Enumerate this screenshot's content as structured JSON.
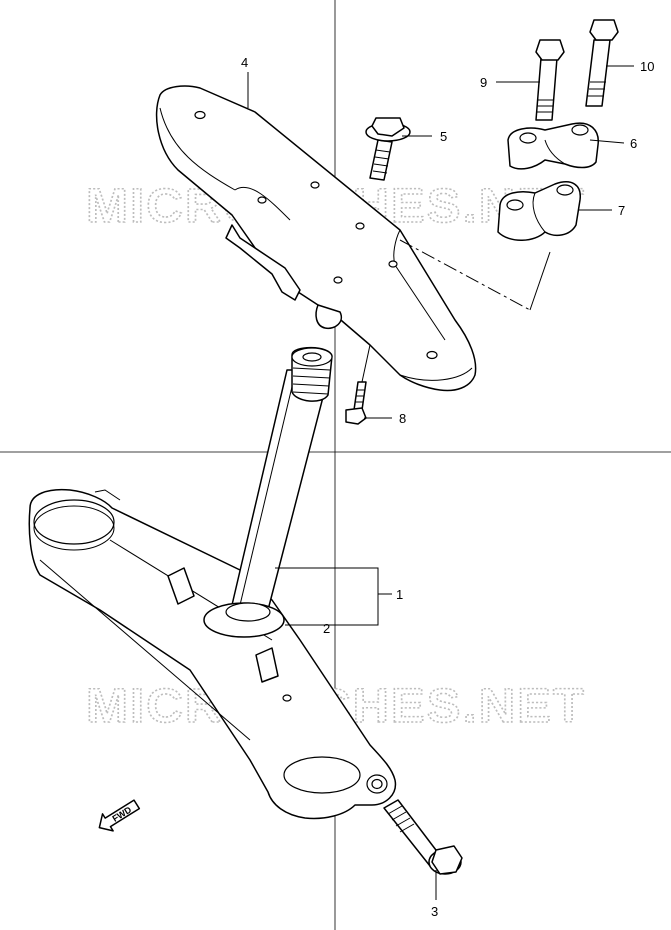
{
  "watermark": {
    "text": "MICROFICHES.NET",
    "color": "#bdbdbd"
  },
  "direction_marker": {
    "label": "FWD",
    "icon": "arrow-left-icon"
  },
  "callouts": [
    {
      "id": "1",
      "label": "1"
    },
    {
      "id": "2",
      "label": "2"
    },
    {
      "id": "3",
      "label": "3"
    },
    {
      "id": "4",
      "label": "4"
    },
    {
      "id": "5",
      "label": "5"
    },
    {
      "id": "6",
      "label": "6"
    },
    {
      "id": "7",
      "label": "7"
    },
    {
      "id": "8",
      "label": "8"
    },
    {
      "id": "9",
      "label": "9"
    },
    {
      "id": "10",
      "label": "10"
    }
  ]
}
